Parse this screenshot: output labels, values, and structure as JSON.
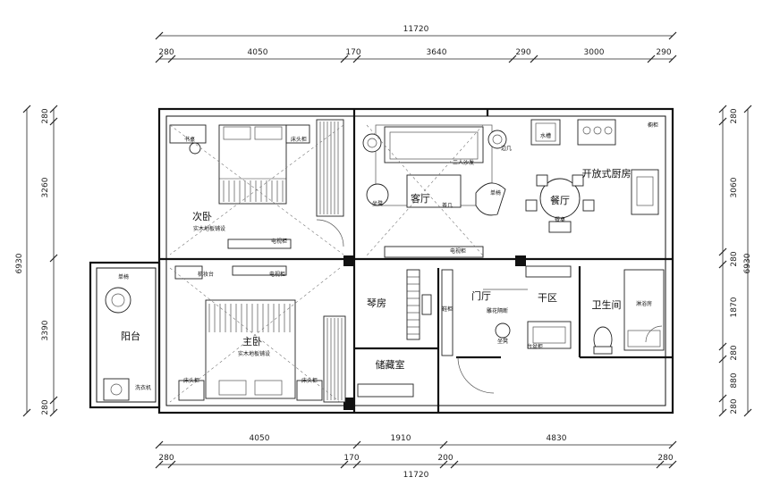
{
  "dimensions": {
    "top_total": "11720",
    "top": [
      "280",
      "4050",
      "170",
      "3640",
      "290",
      "3000",
      "290"
    ],
    "bottom": [
      "4050",
      "1910",
      "4830"
    ],
    "bottom_small": [
      "280",
      "170",
      "200",
      "280"
    ],
    "bottom_total": "11720",
    "left_total": "6930",
    "left": [
      "280",
      "3260",
      "3390",
      "280"
    ],
    "right_total": "6930",
    "right_a": [
      "280",
      "3060",
      "280"
    ],
    "right_b": [
      "1870",
      "280",
      "880",
      "280"
    ]
  },
  "rooms": {
    "second_bedroom": "次卧",
    "second_bedroom_floor": "实木地板铺设",
    "master_bedroom": "主卧",
    "master_bedroom_floor": "实木地板铺设",
    "balcony": "阳台",
    "living_room": "客厅",
    "open_kitchen": "开放式厨房",
    "dining": "餐厅",
    "piano_room": "琴房",
    "foyer": "门厅",
    "dry_area": "干区",
    "bathroom": "卫生间",
    "storage": "储藏室"
  },
  "furniture": {
    "desk": "书桌",
    "nightstand_1": "床头柜",
    "tv_cabinet_1": "电视柜",
    "dresser": "梳妆台",
    "tv_cabinet_2": "电视柜",
    "nightstand_2": "床头柜",
    "nightstand_3": "床头柜",
    "armchair_balcony": "单椅",
    "washer": "洗衣机",
    "sofa": "三人沙发",
    "side_table": "边几",
    "coffee_table": "茶几",
    "armchair": "单椅",
    "footstool": "坐凳",
    "tv_cabinet_3": "电视柜",
    "sink": "水槽",
    "wall_cabinet": "橱柜",
    "dining_chair": "餐桌",
    "shoe_cabinet": "鞋柜",
    "partition": "雕花隔断",
    "stool": "坐凳",
    "vanity": "台盆柜",
    "shower": "淋浴房"
  }
}
